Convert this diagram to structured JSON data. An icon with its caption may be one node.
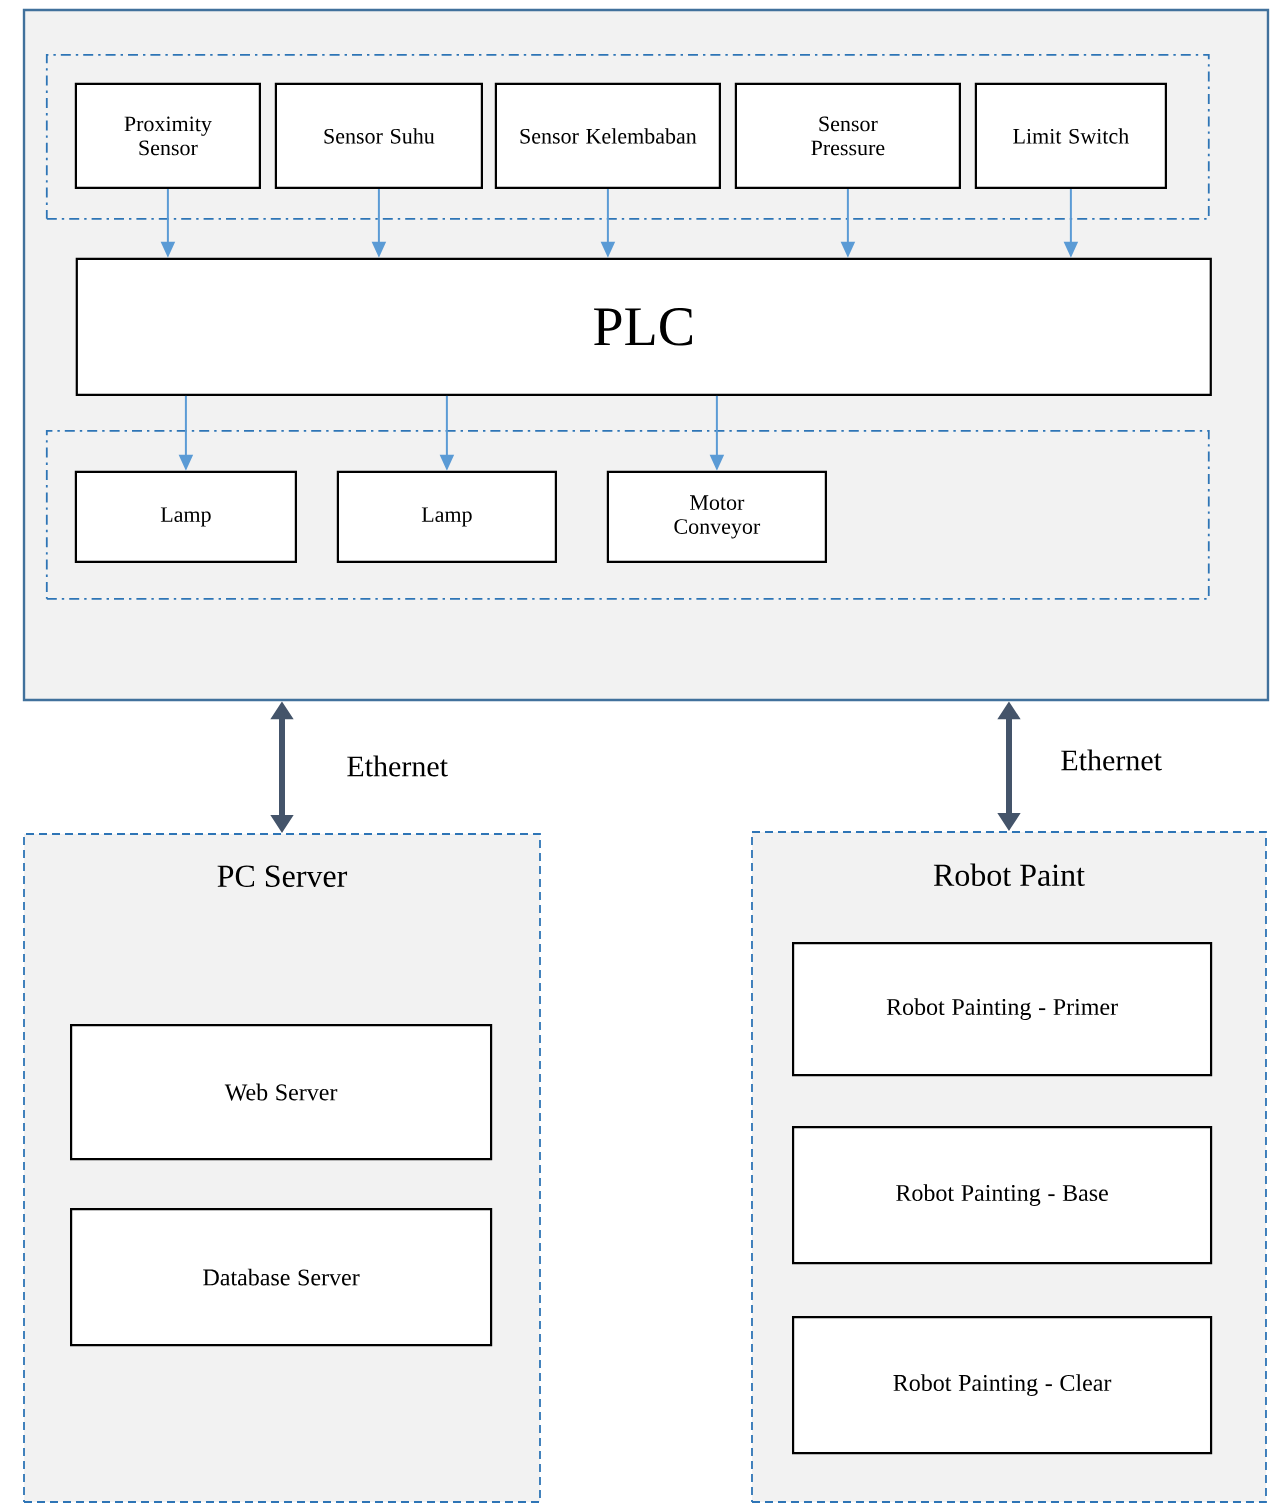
{
  "diagram": {
    "nodes": [
      {
        "text": [],
        "shape": "box"
      },
      {
        "text": [],
        "shape": "box",
        "in": 0
      },
      {
        "text": [
          "Proximity Sensor"
        ],
        "in": 1
      },
      {
        "text": [
          "Sensor Suhu"
        ],
        "in": 1
      },
      {
        "text": [
          "Sensor Kelembaban"
        ],
        "in": 1
      },
      {
        "text": [
          "Sensor Pressure"
        ],
        "in": 1
      },
      {
        "text": [
          "Limit Switch"
        ],
        "in": 1
      },
      {
        "text": [
          "PLC"
        ],
        "in": 0
      },
      {
        "text": [],
        "shape": "box",
        "in": 0
      },
      {
        "text": [
          "Lamp"
        ],
        "in": 8
      },
      {
        "text": [
          "Lamp"
        ],
        "in": 8
      },
      {
        "text": [
          "Motor Conveyor"
        ],
        "in": 8
      },
      {
        "text": [
          "PC Server"
        ]
      },
      {
        "text": [
          "Web Server"
        ],
        "in": 12
      },
      {
        "text": [
          "Database Server"
        ],
        "in": 12
      },
      {
        "text": [
          "Robot Paint"
        ]
      },
      {
        "text": [
          "Robot Painting - Primer"
        ],
        "in": 15
      },
      {
        "text": [
          "Robot Painting - Base"
        ],
        "in": 15
      },
      {
        "text": [
          "Robot Painting - Clear"
        ],
        "in": 15
      }
    ],
    "edges": [
      {
        "from": 2,
        "to": 7,
        "arrow": "to"
      },
      {
        "from": 3,
        "to": 7,
        "arrow": "to"
      },
      {
        "from": 4,
        "to": 7,
        "arrow": "to"
      },
      {
        "from": 5,
        "to": 7,
        "arrow": "to"
      },
      {
        "from": 6,
        "to": 7,
        "arrow": "to"
      },
      {
        "from": 7,
        "to": 9,
        "arrow": "to"
      },
      {
        "from": 7,
        "to": 10,
        "arrow": "to"
      },
      {
        "from": 7,
        "to": 11,
        "arrow": "to"
      },
      {
        "from": 0,
        "to": 12,
        "arrow": "both",
        "label": "Ethernet",
        "style": "thick",
        "color": "#44546a"
      },
      {
        "from": 0,
        "to": 15,
        "arrow": "both",
        "label": "Ethernet",
        "style": "thick",
        "color": "#44546a"
      }
    ]
  }
}
